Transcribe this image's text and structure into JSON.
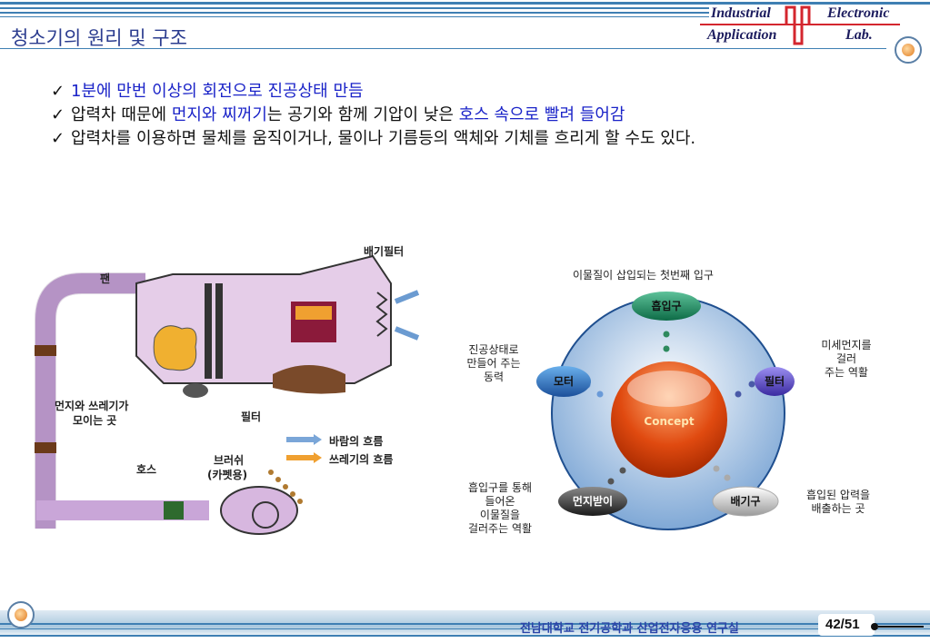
{
  "header": {
    "title": "청소기의 원리 및 구조",
    "logo_word_1": "Industrial",
    "logo_word_2": "Electronic",
    "logo_word_3": "Application",
    "logo_word_4": "Lab."
  },
  "bullets": [
    {
      "check": "✓",
      "parts": [
        {
          "text": "1분에 만번 이상의 회전으로  진공상태 만듬",
          "blue": true
        }
      ]
    },
    {
      "check": "✓",
      "parts": [
        {
          "text": "압력차 때문에 ",
          "blue": false
        },
        {
          "text": "먼지와 찌꺼기",
          "blue": true
        },
        {
          "text": "는 공기와 함께 기압이 낮은 ",
          "blue": false
        },
        {
          "text": "호스 속으로 빨려 들어감",
          "blue": true
        }
      ]
    },
    {
      "check": "✓",
      "parts": [
        {
          "text": "압력차를 이용하면 물체를 움직이거나, 물이나 기름등의 액체와 기체를 흐리게 할 수도 있다.",
          "blue": false
        }
      ]
    }
  ],
  "cleaner_diagram": {
    "label_exhaust_filter": "배기필터",
    "label_fan": "팬",
    "label_dust_area_1": "먼지와 쓰레기가",
    "label_dust_area_2": "모이는 곳",
    "label_filter": "필터",
    "label_hose": "호스",
    "label_brush_1": "브러쉬",
    "label_brush_2": "(카펫용)",
    "legend_air": "바람의 흐름",
    "legend_waste": "쓰레기의 흐름"
  },
  "concept_diagram": {
    "center": "Concept",
    "nodes": {
      "intake": "흡입구",
      "filter": "필터",
      "exhaust": "배기구",
      "dust_bag": "먼지받이",
      "motor": "모터"
    },
    "desc_intake": "이물질이 삽입되는 첫번째 입구",
    "desc_filter": [
      "미세먼지를",
      "걸러",
      "주는 역활"
    ],
    "desc_exhaust": [
      "흡입된 압력을",
      "배출하는 곳"
    ],
    "desc_dust_bag": [
      "흡입구를 통해",
      "들어온",
      "이물질을",
      "걸러주는 역활"
    ],
    "desc_motor": [
      "진공상태로",
      "만들어 주는",
      "동력"
    ]
  },
  "footer": {
    "org": "전남대학교 전기공학과 산업전자응용 연구실",
    "page": "42/51"
  }
}
